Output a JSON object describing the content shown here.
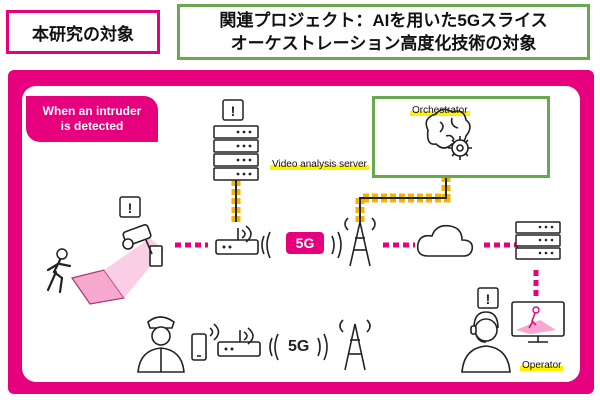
{
  "header": {
    "left_label": "本研究の対象",
    "right_label_line1": "関連プロジェクト：AIを用いた5Gスライス",
    "right_label_line2": "オーケストレーション高度化技術の対象"
  },
  "diagram": {
    "intruder_label_line1": "When an intruder",
    "intruder_label_line2": "is detected",
    "orchestrator_label": "Orchestrator",
    "video_server_label": "Video analysis server",
    "operator_label": "Operator",
    "label_5g_top": "5G",
    "label_5g_bottom": "5G",
    "alert_glyph": "!"
  },
  "colors": {
    "magenta": "#e6007e",
    "green": "#6aa84f",
    "yellow": "#fff200",
    "gold": "#f4b400",
    "dark": "#222222"
  },
  "icons": [
    "camera-icon",
    "intruder-icon",
    "router-icon",
    "signal-waves-icon",
    "antenna-tower-icon",
    "cloud-icon",
    "server-icon",
    "brain-gear-icon",
    "guard-icon",
    "smartphone-icon",
    "operator-icon",
    "monitor-icon",
    "alert-icon"
  ]
}
